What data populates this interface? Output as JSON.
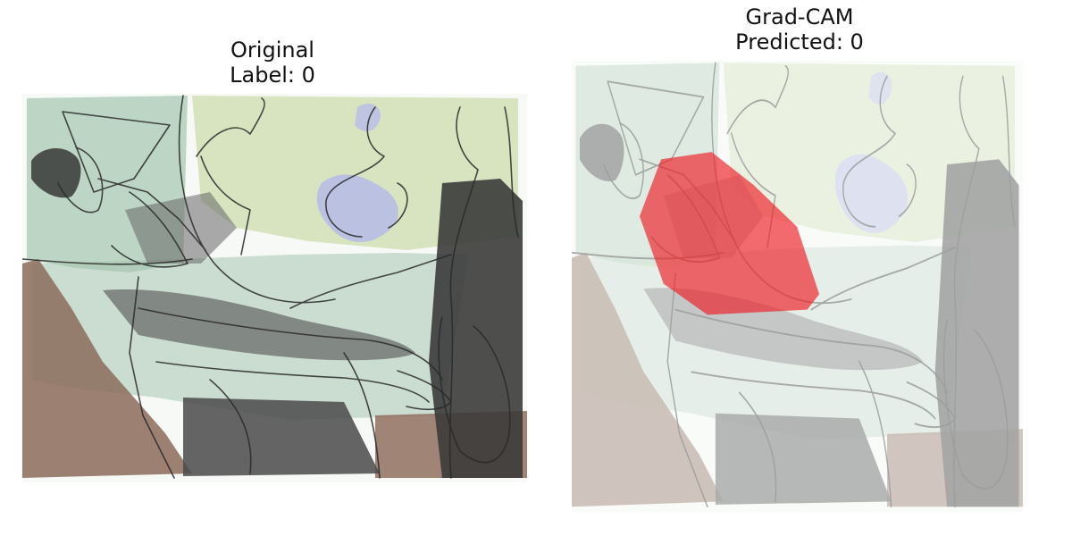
{
  "panels": {
    "original": {
      "title": "Original",
      "subtitle": "Label: 0"
    },
    "gradcam": {
      "title": "Grad-CAM",
      "subtitle": "Predicted: 0"
    }
  },
  "colors": {
    "background": "#ffffff",
    "text": "#111111",
    "heatmap": "#ee1c24",
    "wash_green": "#9bbfa9",
    "wash_olive": "#c6d9a6",
    "wash_blue": "#b4b8e4",
    "wash_brown": "#8a6a5a"
  }
}
